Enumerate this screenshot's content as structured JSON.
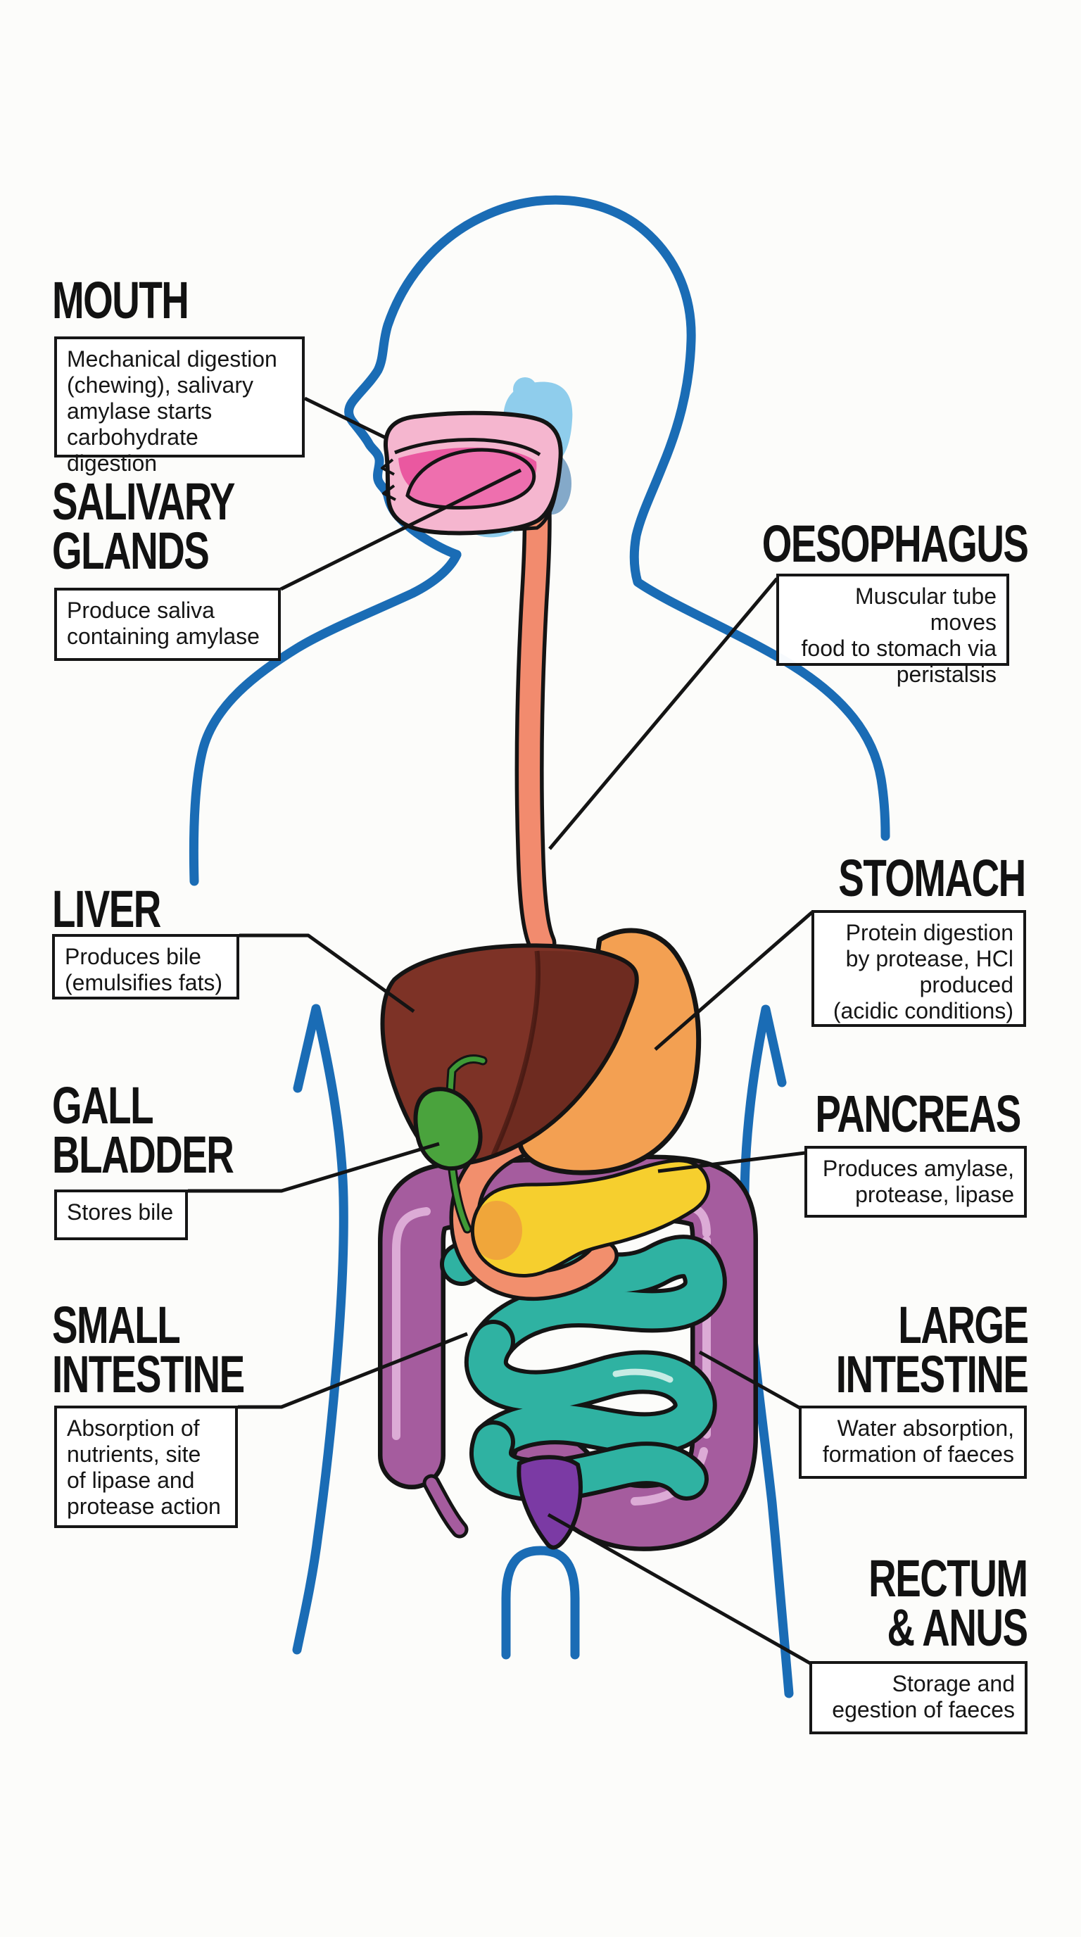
{
  "poster": {
    "subject": "Human digestive system diagram",
    "background": "#fcfcfa"
  },
  "palette": {
    "body_outline": "#1a6cb5",
    "connector_line": "#141414",
    "box_border": "#161616",
    "title_text": "#121212",
    "box_text": "#161616"
  },
  "organs": {
    "mouth": {
      "name": "mouth",
      "color": "#f5b6cf",
      "tongue_color": "#ee6fae",
      "cavity_color": "#ea58a0"
    },
    "salivary": {
      "name": "salivary glands",
      "color": "#8fcdec",
      "shadow_color": "#84a9c9"
    },
    "oesophagus": {
      "name": "oesophagus",
      "color": "#f28b6e"
    },
    "liver": {
      "name": "liver",
      "color": "#7d3226"
    },
    "gall_bladder": {
      "name": "gall bladder",
      "color": "#4aa33d",
      "duct_color": "#3f9a36"
    },
    "stomach": {
      "name": "stomach",
      "color": "#f3a052"
    },
    "duodenum": {
      "name": "duodenum",
      "color": "#f28f6d"
    },
    "pancreas": {
      "name": "pancreas",
      "color": "#f6cf2e",
      "head_color": "#f0a13c"
    },
    "small_intestine": {
      "name": "small intestine",
      "color": "#2fb2a2",
      "highlight": "#c6ebe4"
    },
    "large_intestine": {
      "name": "large intestine",
      "color": "#a55c9e",
      "highlight": "#dcabd6"
    },
    "rectum": {
      "name": "rectum & anus",
      "color": "#7b3aa4"
    }
  },
  "labels": [
    {
      "id": "mouth",
      "title": "MOUTH",
      "description": "Mechanical digestion\n(chewing), salivary\namylase starts\ncarbohydrate digestion"
    },
    {
      "id": "salivary-glands",
      "title": "SALIVARY\nGLANDS",
      "description": "Produce saliva\ncontaining amylase"
    },
    {
      "id": "oesophagus",
      "title": "OESOPHAGUS",
      "description": "Muscular tube moves\nfood to stomach via\nperistalsis"
    },
    {
      "id": "liver",
      "title": "LIVER",
      "description": "Produces bile\n(emulsifies fats)"
    },
    {
      "id": "stomach",
      "title": "STOMACH",
      "description": "Protein digestion\nby protease, HCl\nproduced\n(acidic conditions)"
    },
    {
      "id": "gall-bladder",
      "title": "GALL\nBLADDER",
      "description": "Stores bile"
    },
    {
      "id": "pancreas",
      "title": "PANCREAS",
      "description": "Produces amylase,\nprotease, lipase"
    },
    {
      "id": "small-intestine",
      "title": "SMALL\nINTESTINE",
      "description": "Absorption of\nnutrients, site\nof lipase and\nprotease action"
    },
    {
      "id": "large-intestine",
      "title": "LARGE\nINTESTINE",
      "description": "Water absorption,\nformation of faeces"
    },
    {
      "id": "rectum-anus",
      "title": "RECTUM\n& ANUS",
      "description": "Storage and\negestion of faeces"
    }
  ]
}
